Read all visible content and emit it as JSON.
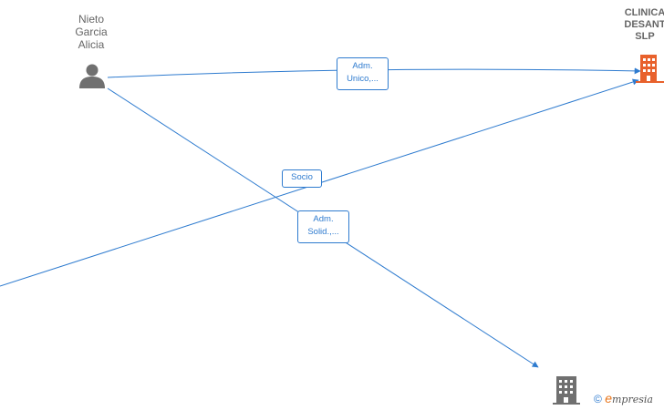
{
  "nodes": {
    "person": {
      "name": "Nieto\nGarcia\nAlicia",
      "icon": "person-icon",
      "color": "#707070"
    },
    "company_main": {
      "name": "CLINICA\nDESANT\nSLP",
      "icon": "building-icon",
      "color": "#e8612c"
    },
    "company_bottom": {
      "icon": "building-icon",
      "color": "#707070"
    }
  },
  "edges": [
    {
      "label": "Adm.\nUnico,...",
      "from": "person",
      "to": "company_main"
    },
    {
      "label": "Socio",
      "from": "offscreen-left",
      "to": "company_main"
    },
    {
      "label": "Adm.\nSolid.,...",
      "from": "person",
      "to": "company_bottom"
    }
  ],
  "colors": {
    "edge": "#2e7bcf",
    "label_text": "#666666"
  },
  "watermark": {
    "copyright": "©",
    "brand_initial": "e",
    "brand_rest": "mpresia"
  }
}
